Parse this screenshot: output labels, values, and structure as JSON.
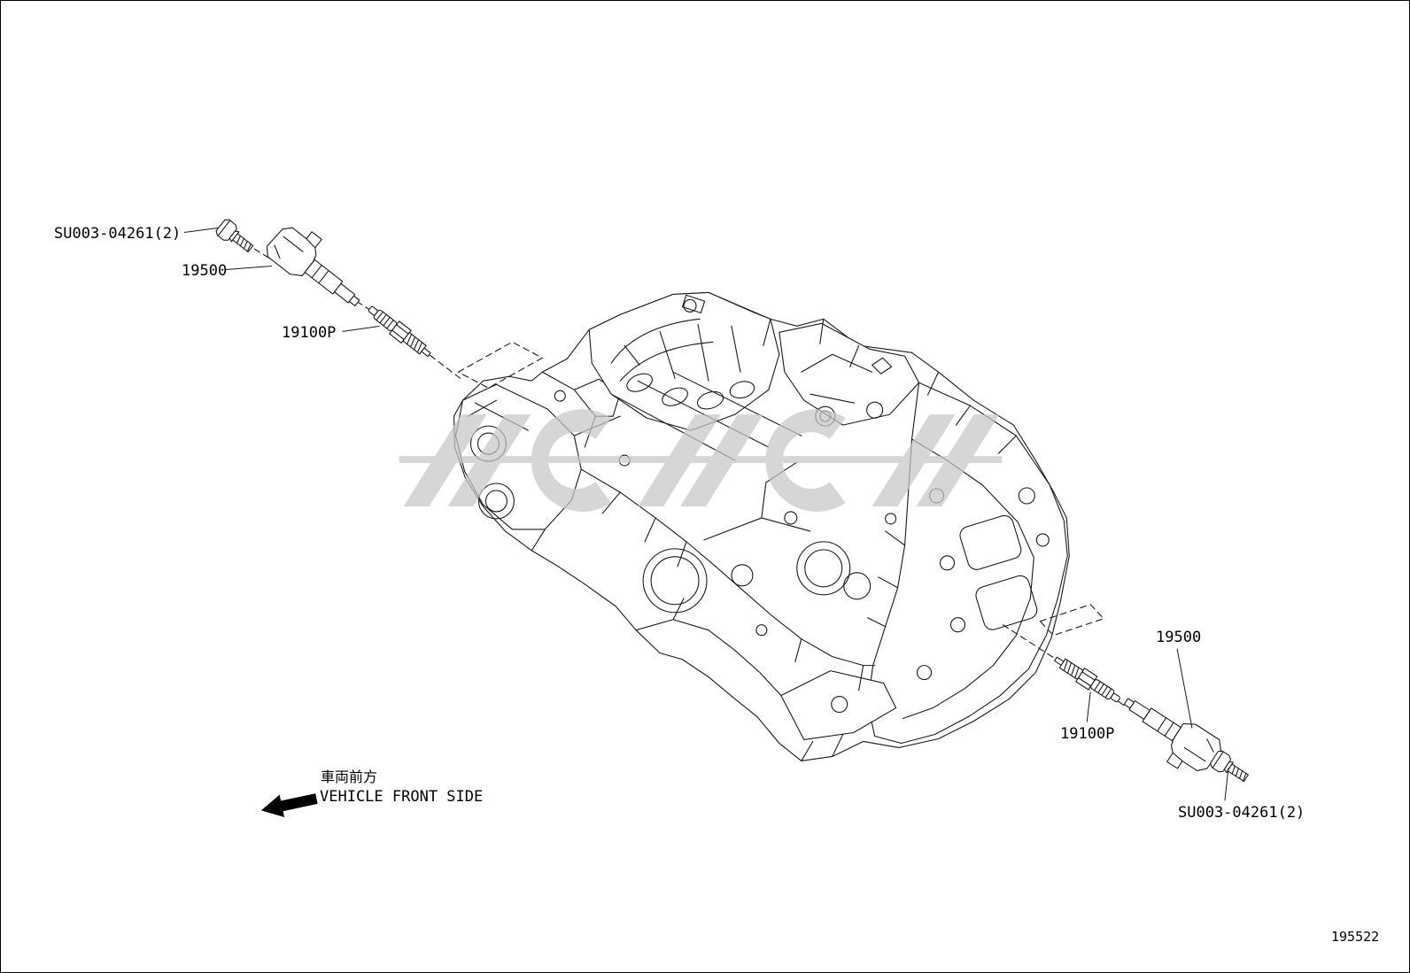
{
  "colors": {
    "line": "#1a1a1a",
    "watermark": "#c7c7c7",
    "background": "#ffffff"
  },
  "callouts": {
    "top_left_bolt": "SU003-04261(2)",
    "top_left_coil": "19500",
    "top_left_plug": "19100P",
    "right_coil": "19500",
    "right_plug": "19100P",
    "bottom_right_bolt": "SU003-04261(2)"
  },
  "orientation": {
    "jp": "車両前方",
    "en": "VEHICLE FRONT SIDE"
  },
  "footer": {
    "code": "195522"
  }
}
